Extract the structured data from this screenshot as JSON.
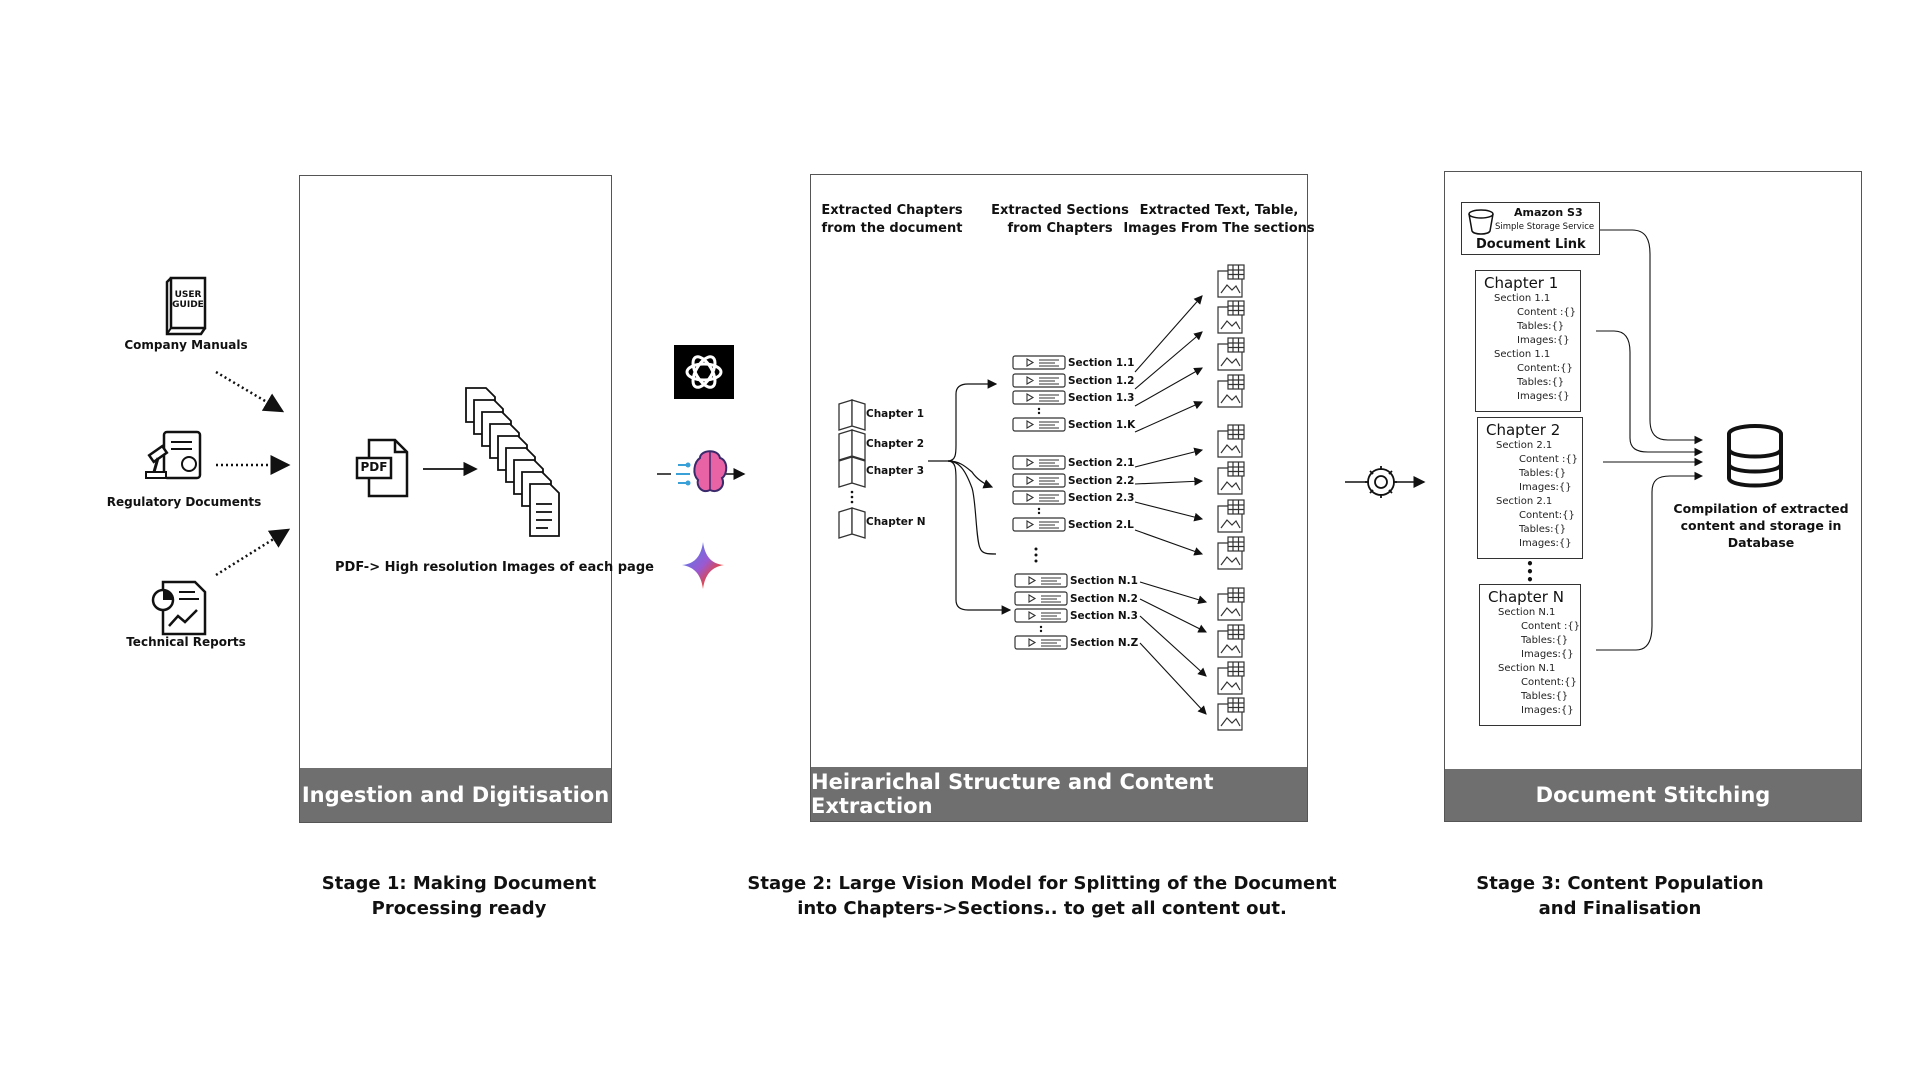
{
  "sources": {
    "company_manuals": "Company Manuals",
    "regulatory_documents": "Regulatory Documents",
    "technical_reports": "Technical Reports",
    "user_guide_line1": "USER",
    "user_guide_line2": "GUIDE"
  },
  "stage1": {
    "banner": "Ingestion and Digitisation",
    "pdf_badge": "PDF",
    "caption": "PDF-> High resolution Images of each page",
    "stage_line1": "Stage 1: Making Document",
    "stage_line2": "Processing ready"
  },
  "models": {
    "openai_icon": "openai-logo-icon",
    "brain_icon": "ai-brain-icon",
    "gemini_icon": "gemini-sparkle-icon"
  },
  "stage2": {
    "banner": "Heirarichal  Structure  and Content Extraction",
    "col1_line1": "Extracted Chapters",
    "col1_line2": "from the document",
    "col2_line1": "Extracted Sections",
    "col2_line2": "from Chapters",
    "col3_line1": "Extracted Text, Table,",
    "col3_line2": "Images From The sections",
    "chapters": [
      "Chapter 1",
      "Chapter 2",
      "Chapter 3",
      "Chapter N"
    ],
    "sections_g1": [
      "Section 1.1",
      "Section 1.2",
      "Section 1.3",
      "Section 1.K"
    ],
    "sections_g2": [
      "Section 2.1",
      "Section 2.2",
      "Section 2.3",
      "Section 2.L"
    ],
    "sections_g3": [
      "Section N.1",
      "Section N.2",
      "Section N.3",
      "Section N.Z"
    ],
    "stage_line1": "Stage 2: Large Vision Model for Splitting of the Document",
    "stage_line2": "into Chapters->Sections.. to get all content out."
  },
  "stage3": {
    "banner": "Document Stitching",
    "s3_title": "Amazon S3",
    "s3_subtitle": "Simple Storage Service",
    "doc_link": "Document Link",
    "chapters": [
      {
        "title": "Chapter 1",
        "s1": "Section 1.1",
        "c1": "Content :{}",
        "t1": "Tables:{}",
        "i1": "Images:{}",
        "s2": "Section 1.1",
        "c2": "Content:{}",
        "t2": "Tables:{}",
        "i2": "Images:{}"
      },
      {
        "title": "Chapter 2",
        "s1": "Section 2.1",
        "c1": "Content :{}",
        "t1": "Tables:{}",
        "i1": "Images:{}",
        "s2": "Section 2.1",
        "c2": "Content:{}",
        "t2": "Tables:{}",
        "i2": "Images:{}"
      },
      {
        "title": "Chapter N",
        "s1": "Section N.1",
        "c1": "Content :{}",
        "t1": "Tables:{}",
        "i1": "Images:{}",
        "s2": "Section N.1",
        "c2": "Content:{}",
        "t2": "Tables:{}",
        "i2": "Images:{}"
      }
    ],
    "db_line1": "Compilation of extracted",
    "db_line2": "content and storage in",
    "db_line3": "Database",
    "stage_line1": "Stage 3: Content Population",
    "stage_line2": "and Finalisation"
  }
}
